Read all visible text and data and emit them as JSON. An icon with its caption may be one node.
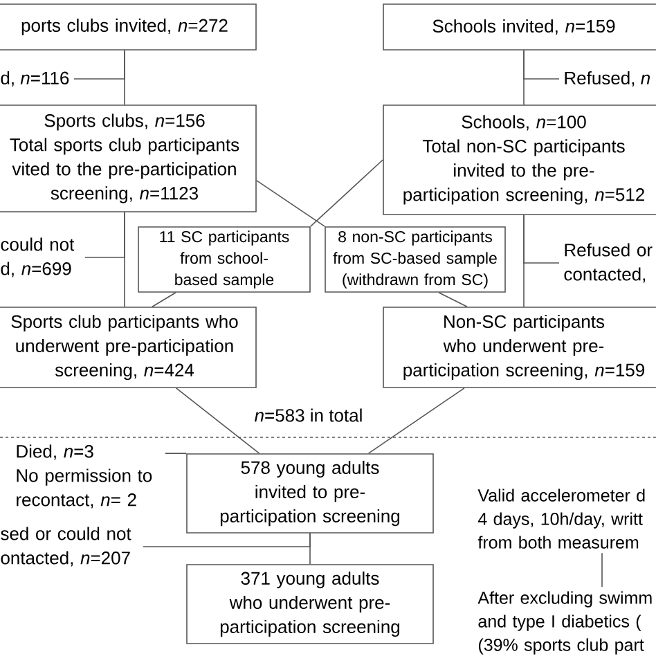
{
  "diagram": {
    "nodes": [
      {
        "text": [
          "ports clubs invited, *n*=272"
        ]
      },
      {
        "text": [
          "Schools invited, *n*=159"
        ]
      },
      {
        "text": [
          "d, *n*=116"
        ]
      },
      {
        "text": [
          "Refused, *n*"
        ]
      },
      {
        "text": [
          "Sports clubs, *n*=156",
          "Total sports club participants vited to the pre-participation screening, *n*=1123"
        ]
      },
      {
        "text": [
          "Schools, *n*=100",
          "Total non-SC participants invited to the pre-participation screening, *n*=512"
        ]
      },
      {
        "text": [
          "could not d, *n*=699"
        ]
      },
      {
        "text": [
          "11 SC participants from school-based sample"
        ]
      },
      {
        "text": [
          "8 non-SC participants from SC-based sample (withdrawn from SC)"
        ]
      },
      {
        "text": [
          "Refused or contacted,"
        ]
      },
      {
        "text": [
          "Sports club participants who underwent pre-participation screening, *n*=424"
        ]
      },
      {
        "text": [
          "Non-SC participants who underwent pre-participation screening, *n*=159"
        ]
      },
      {
        "text": [
          "Died, *n*=3",
          "No permission to recontact, *n*= 2"
        ]
      },
      {
        "text": [
          "sed or could not ontacted, *n*=207"
        ]
      },
      {
        "text": [
          "578 young adults invited to pre-participation screening"
        ]
      },
      {
        "text": [
          "371 young adults who underwent pre-participation screening"
        ]
      },
      {
        "text": [
          "Valid accelerometer d 4 days, 10h/day, writt from both measurem"
        ]
      },
      {
        "text": [
          "After excluding swimm and type I diabetics ( (39% sports club part"
        ]
      }
    ],
    "edges": [
      {
        "from": 0,
        "to": 4,
        "arrow": "none"
      },
      {
        "from": 0,
        "to": 2,
        "arrow": "none"
      },
      {
        "from": 1,
        "to": 5,
        "arrow": "none"
      },
      {
        "from": 1,
        "to": 3,
        "arrow": "none"
      },
      {
        "from": 4,
        "to": 10,
        "arrow": "none"
      },
      {
        "from": 4,
        "to": 6,
        "arrow": "none"
      },
      {
        "from": 5,
        "to": 11,
        "arrow": "none"
      },
      {
        "from": 5,
        "to": 9,
        "arrow": "none"
      },
      {
        "from": 4,
        "to": 8,
        "arrow": "none"
      },
      {
        "from": 5,
        "to": 7,
        "arrow": "none"
      },
      {
        "from": 7,
        "to": 10,
        "arrow": "none"
      },
      {
        "from": 8,
        "to": 11,
        "arrow": "none"
      },
      {
        "from": 10,
        "to": 14,
        "arrow": "none"
      },
      {
        "from": 11,
        "to": 14,
        "arrow": "none"
      },
      {
        "from": 14,
        "to": 12,
        "arrow": "none"
      },
      {
        "from": 14,
        "to": 15,
        "arrow": "none"
      },
      {
        "from": 14,
        "to": 13,
        "arrow": "none"
      },
      {
        "from": 16,
        "to": 17,
        "arrow": "none"
      }
    ],
    "labels": [
      "*n*=583 in total"
    ]
  }
}
